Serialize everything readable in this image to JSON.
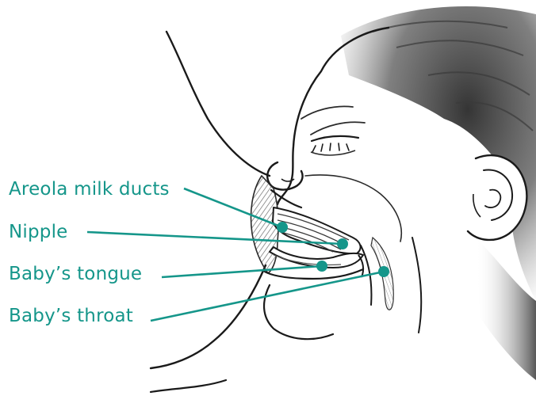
{
  "colors": {
    "label": "#15968a",
    "leader": "#15968a",
    "ink": "#1a1a1a",
    "shade": "#7a7a7a",
    "skin": "#ffffff",
    "background": "#ffffff"
  },
  "illustration": {
    "name": "breastfeeding-latch-illustration"
  },
  "labels": [
    {
      "text": "Areola milk ducts"
    },
    {
      "text": "Nipple"
    },
    {
      "text": "Baby’s tongue"
    },
    {
      "text": "Baby’s throat"
    }
  ]
}
